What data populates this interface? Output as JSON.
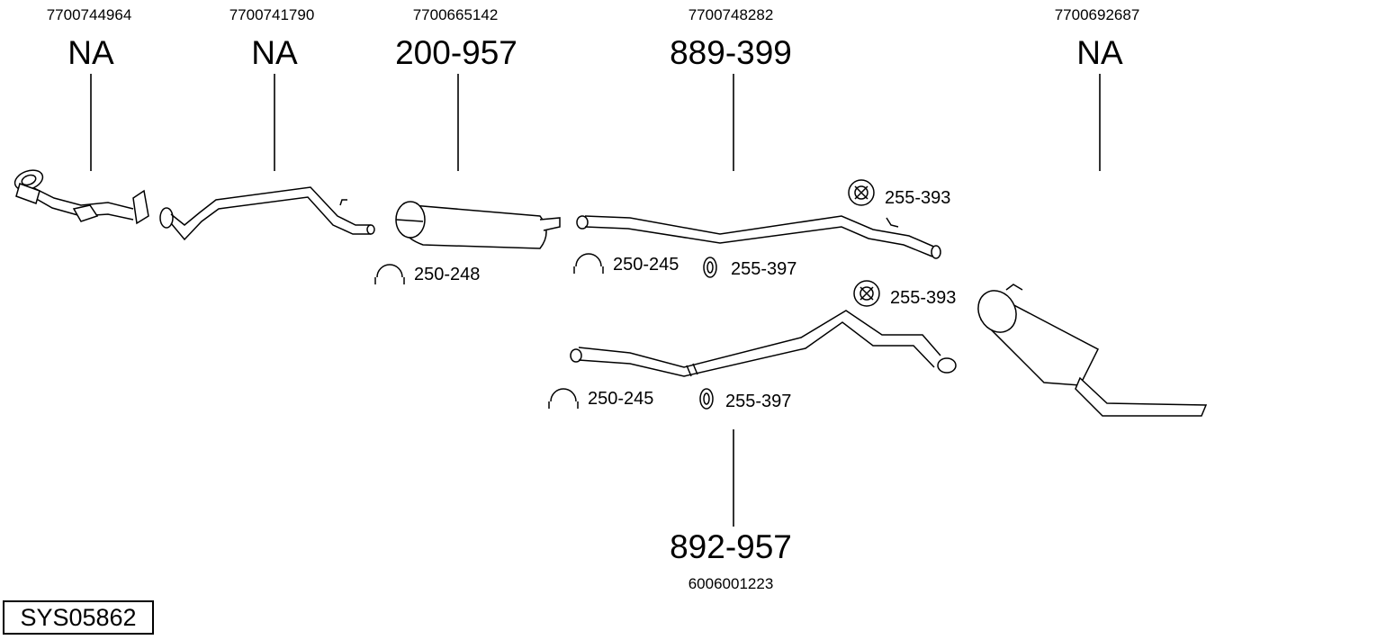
{
  "system_id": "SYS05862",
  "components": [
    {
      "id": "c1",
      "oem": "7700744964",
      "part": "NA"
    },
    {
      "id": "c2",
      "oem": "7700741790",
      "part": "NA"
    },
    {
      "id": "c3",
      "oem": "7700665142",
      "part": "200-957"
    },
    {
      "id": "c4",
      "oem": "7700748282",
      "part": "889-399"
    },
    {
      "id": "c5",
      "oem": "7700692687",
      "part": "NA"
    },
    {
      "id": "c6",
      "oem": "6006001223",
      "part": "892-957"
    }
  ],
  "accessories": [
    {
      "id": "a1",
      "label": "255-393",
      "icon": "rubber-hanger-icon"
    },
    {
      "id": "a2",
      "label": "250-248",
      "icon": "clamp-icon"
    },
    {
      "id": "a3",
      "label": "250-245",
      "icon": "clamp-icon"
    },
    {
      "id": "a4",
      "label": "255-397",
      "icon": "ring-icon"
    },
    {
      "id": "a5",
      "label": "255-393",
      "icon": "rubber-hanger-icon"
    },
    {
      "id": "a6",
      "label": "250-245",
      "icon": "clamp-icon"
    },
    {
      "id": "a7",
      "label": "255-397",
      "icon": "ring-icon"
    }
  ]
}
